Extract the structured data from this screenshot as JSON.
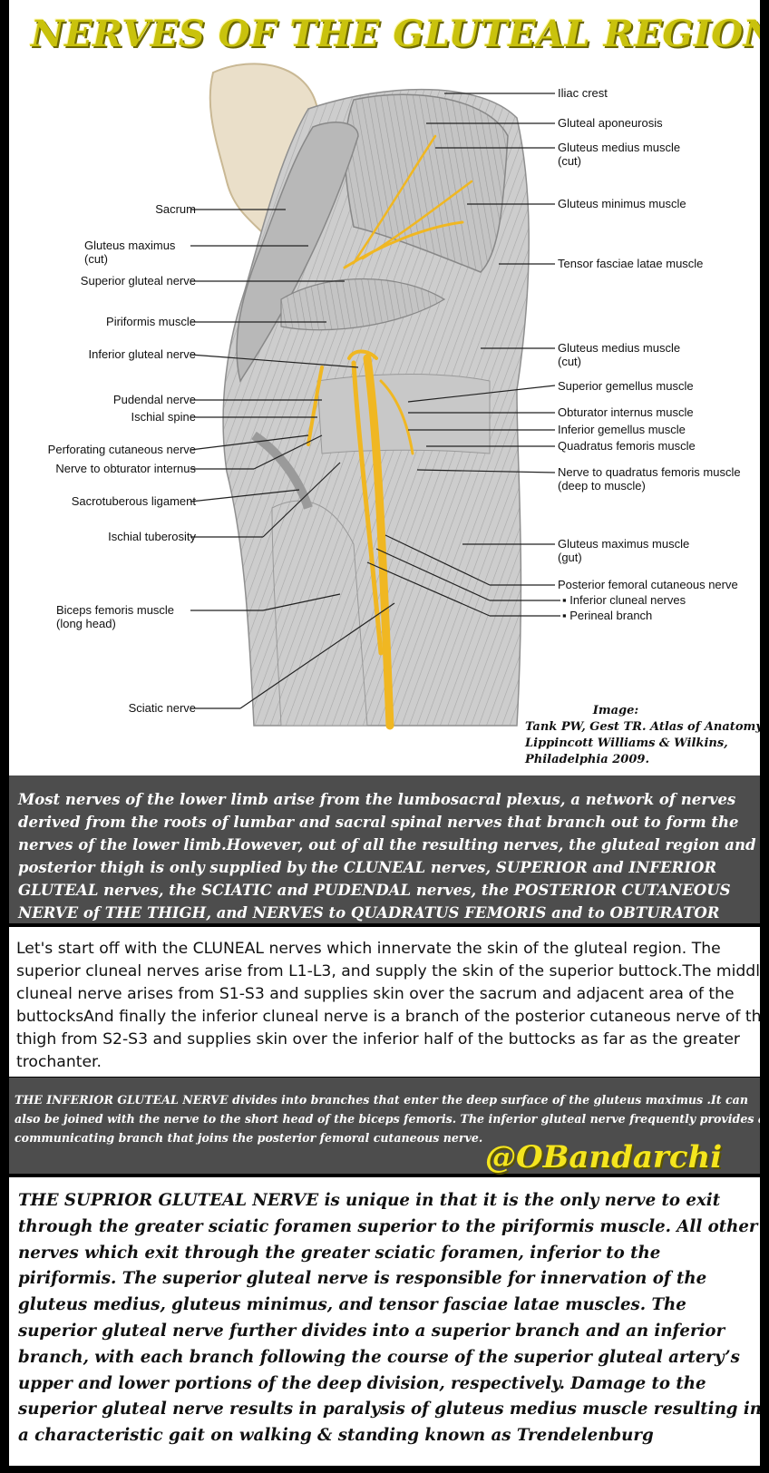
{
  "title": "NERVES OF THE GLUTEAL REGION",
  "left_labels": [
    "Sacrum",
    "Gluteus maximus\n(cut)",
    "Superior gluteal nerve",
    "Piriformis muscle",
    "Inferior gluteal nerve",
    "Pudendal nerve",
    "Ischial spine",
    "Perforating cutaneous nerve",
    "Nerve to obturator internus",
    "Sacrotuberous ligament",
    "Ischial tuberosity",
    "Biceps femoris muscle\n(long head)",
    "Sciatic nerve"
  ],
  "right_labels": [
    "Iliac crest",
    "Gluteal aponeurosis",
    "Gluteus medius muscle\n(cut)",
    "Gluteus minimus muscle",
    "Tensor fasciae latae muscle",
    "Gluteus medius muscle\n(cut)",
    "Superior gemellus muscle",
    "Obturator internus muscle",
    "Inferior gemellus muscle",
    "Quadratus femoris muscle",
    "Nerve to quadratus femoris muscle\n(deep to muscle)",
    "Gluteus maximus muscle\n(gut)",
    "Posterior femoral cutaneous nerve",
    "▪ Inferior cluneal nerves",
    "▪ Perineal branch"
  ],
  "credit": {
    "heading": "Image:",
    "body": "Tank PW, Gest TR. Atlas of Anatomy,\nLippincott Williams & Wilkins,\nPhiladelphia 2009."
  },
  "intro_text": "Most nerves of the lower limb arise from the lumbosacral plexus, a network of nerves derived from the roots of lumbar and sacral spinal nerves that branch out to form the nerves of the lower limb.However, out of all the resulting nerves, the gluteal region and posterior thigh is only supplied by the CLUNEAL nerves, SUPERIOR and INFERIOR GLUTEAL nerves, the SCIATIC and PUDENDAL nerves, the POSTERIOR CUTANEOUS NERVE of THE THIGH, and NERVES to QUADRATUS FEMORIS and to OBTURATOR INTERNUS.",
  "cluneal_text": "Let's start off with the CLUNEAL nerves which innervate the skin of the gluteal region. The superior cluneal nerves arise from L1-L3, and supply the skin of the superior buttock.The middle cluneal nerve arises from S1-S3 and supplies skin over the sacrum and adjacent area of the buttocksAnd finally the inferior cluneal nerve is a branch of the posterior cutaneous nerve of the thigh from S2-S3 and supplies skin over the inferior half of the buttocks as far as the greater trochanter.",
  "inferior_text": "THE INFERIOR GLUTEAL NERVE  divides into branches that enter the deep surface of the gluteus maximus .It can also be joined with the nerve to the short head of the biceps femoris. The inferior gluteal nerve frequently provides a communicating branch that joins the posterior femoral cutaneous nerve.",
  "handle": "@OBandarchi",
  "superior_text": "THE SUPRIOR GLUTEAL NERVE is unique in that it is the only nerve to exit through the greater sciatic foramen superior to the piriformis muscle. All other nerves which exit through the greater sciatic foramen, inferior to the piriformis. The superior gluteal nerve is responsible for innervation of the gluteus medius, gluteus minimus, and tensor fasciae latae muscles. The superior gluteal nerve further divides into a superior branch and an inferior branch, with each branch following the course of the superior gluteal artery’s upper and lower portions of the deep division, respectively. Damage to the superior gluteal nerve results in paralysis of gluteus medius muscle resulting in a characteristic gait on walking & standing known as  Trendelenburg",
  "colors": {
    "title": "#c9c20d",
    "nerve": "#f0b722",
    "muscle": "#c9c9c9",
    "dark_panel": "#4d4d4d",
    "handle": "#f5e51e"
  }
}
